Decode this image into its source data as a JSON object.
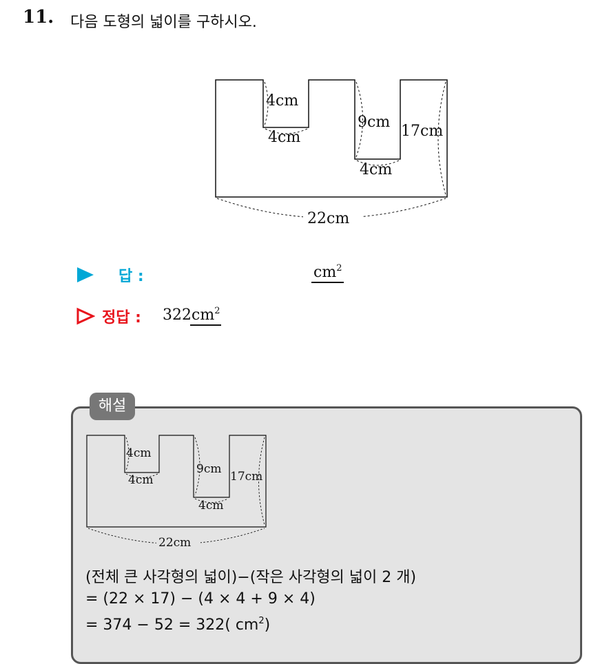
{
  "question": {
    "number": "11.",
    "text": "다음 도형의 넓이를 구하시오."
  },
  "figure": {
    "labels": {
      "notch1_depth": "4cm",
      "notch1_width": "4cm",
      "notch2_depth": "9cm",
      "notch2_width": "4cm",
      "height": "17cm",
      "width": "22cm"
    }
  },
  "answer": {
    "label": "답 :",
    "unit_base": "cm",
    "unit_exp": "2"
  },
  "key": {
    "label": "정답 :",
    "value": "322",
    "unit_base": "cm",
    "unit_exp": "2"
  },
  "solution": {
    "tab": "해설",
    "lines": [
      "(전체 큰 사각형의 넓이)−(작은 사각형의 넓이 2 개)",
      "= (22 × 17) − (4 × 4 + 9 × 4)",
      "= 374 − 52 = 322( cm"
    ],
    "line3_exp": "2",
    "line3_close": ")"
  },
  "colors": {
    "answer_marker": "#00a7d6",
    "key_marker": "#e8141c",
    "solution_bg": "#e4e4e4",
    "solution_tab": "#777777"
  }
}
